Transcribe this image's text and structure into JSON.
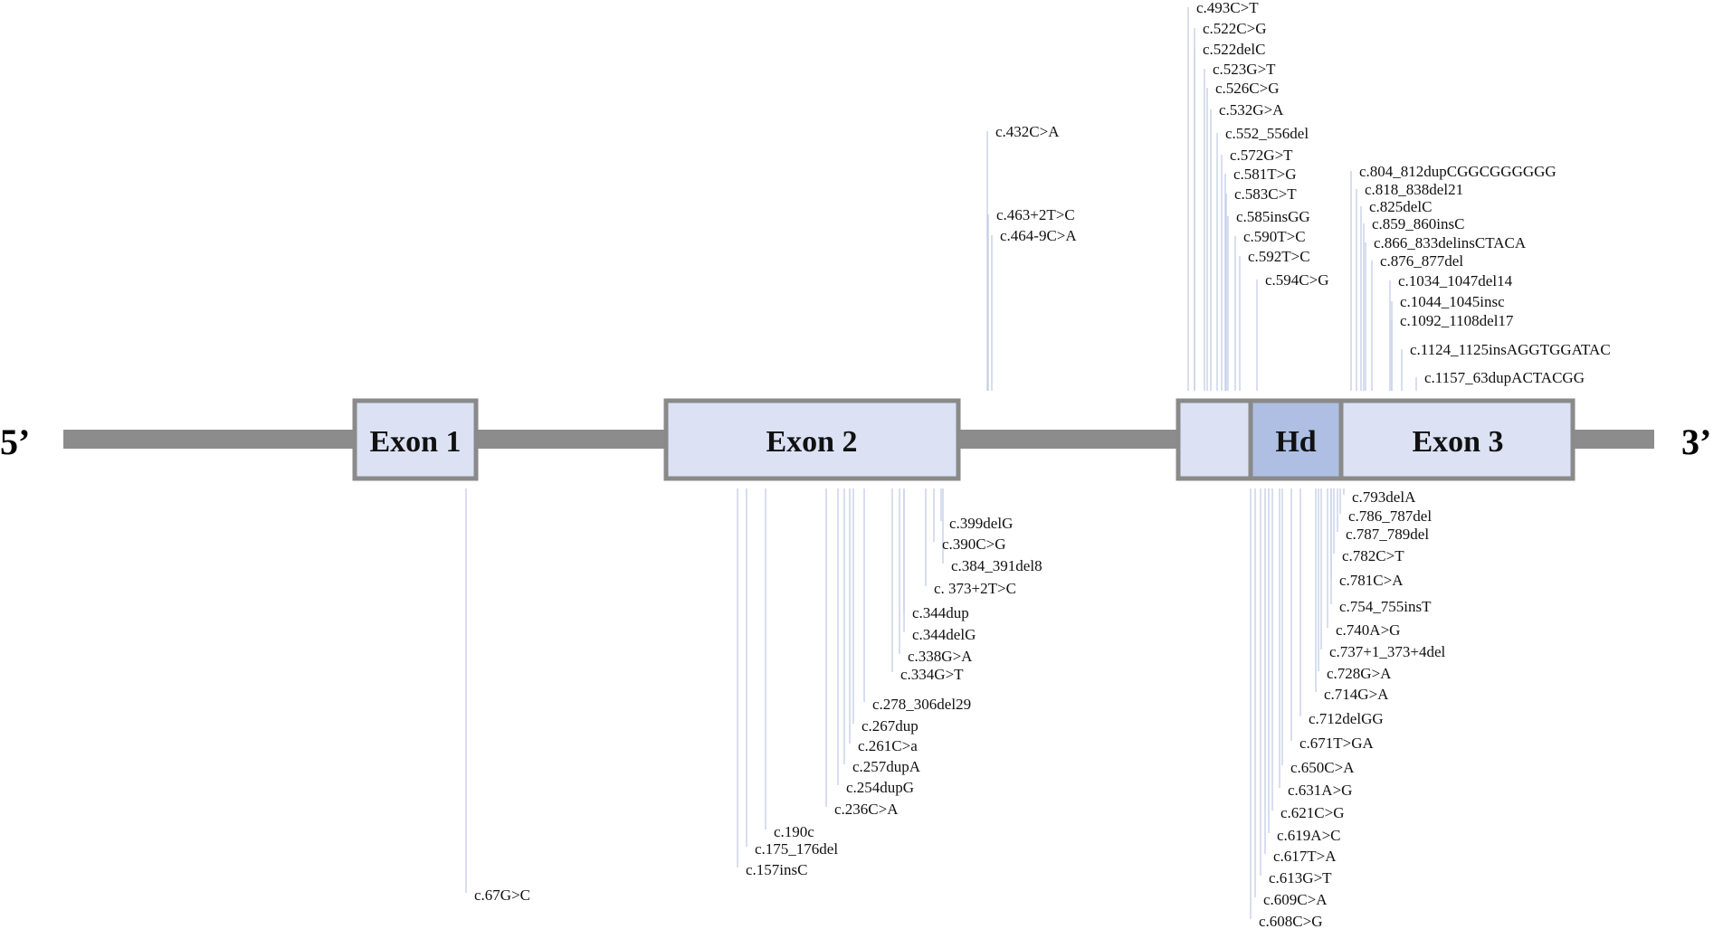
{
  "gene": {
    "five_prime_label": "5’",
    "three_prime_label": "3’",
    "colors": {
      "backbone": "#8c8c8c",
      "exon_fill": "#dce2f4",
      "exon_stroke": "#8a8a8a",
      "hd_fill": "#aebfe3",
      "tick": "#c8d0e8"
    },
    "exons": [
      {
        "label": "Exon 1"
      },
      {
        "label": "Exon 2"
      },
      {
        "label": ""
      },
      {
        "label": "Hd"
      },
      {
        "label": "Exon 3"
      }
    ]
  },
  "variants_above": [
    "c.432C>A",
    "c.463+2T>C",
    "c.464-9C>A",
    "c.493C>T",
    "c.522C>G",
    "c.522delC",
    "c.523G>T",
    "c.526C>G",
    "c.532G>A",
    "c.552_556del",
    "c.572G>T",
    "c.581T>G",
    "c.583C>T",
    "c.585insGG",
    "c.590T>C",
    "c.592T>C",
    "c.594C>G",
    "c.804_812dupCGGCGGGGGG",
    "c.818_838del21",
    "c.825delC",
    "c.859_860insC",
    "c.866_833delinsCTACA",
    "c.876_877del",
    "c.1034_1047del14",
    "c.1044_1045insc",
    "c.1092_1108del17",
    "c.1124_1125insAGGTGGATAC",
    "c.1157_63dupACTACGG"
  ],
  "variants_below": [
    "c.67G>C",
    "c.399delG",
    "c.390C>G",
    "c.384_391del8",
    "c. 373+2T>C",
    "c.344dup",
    "c.344delG",
    "c.338G>A",
    "c.334G>T",
    "c.278_306del29",
    "c.267dup",
    "c.261C>a",
    "c.257dupA",
    "c.254dupG",
    "c.236C>A",
    "c.190c",
    "c.175_176del",
    "c.157insC",
    "c.793delA",
    "c.786_787del",
    "c.787_789del",
    "c.782C>T",
    "c.781C>A",
    "c.754_755insT",
    "c.740A>G",
    "c.737+1_373+4del",
    "c.728G>A",
    "c.714G>A",
    "c.712delGG",
    "c.671T>GA",
    "c.650C>A",
    "c.631A>G",
    "c.621C>G",
    "c.619A>C",
    "c.617T>A",
    "c.613G>T",
    "c.609C>A",
    "c.608C>G"
  ]
}
